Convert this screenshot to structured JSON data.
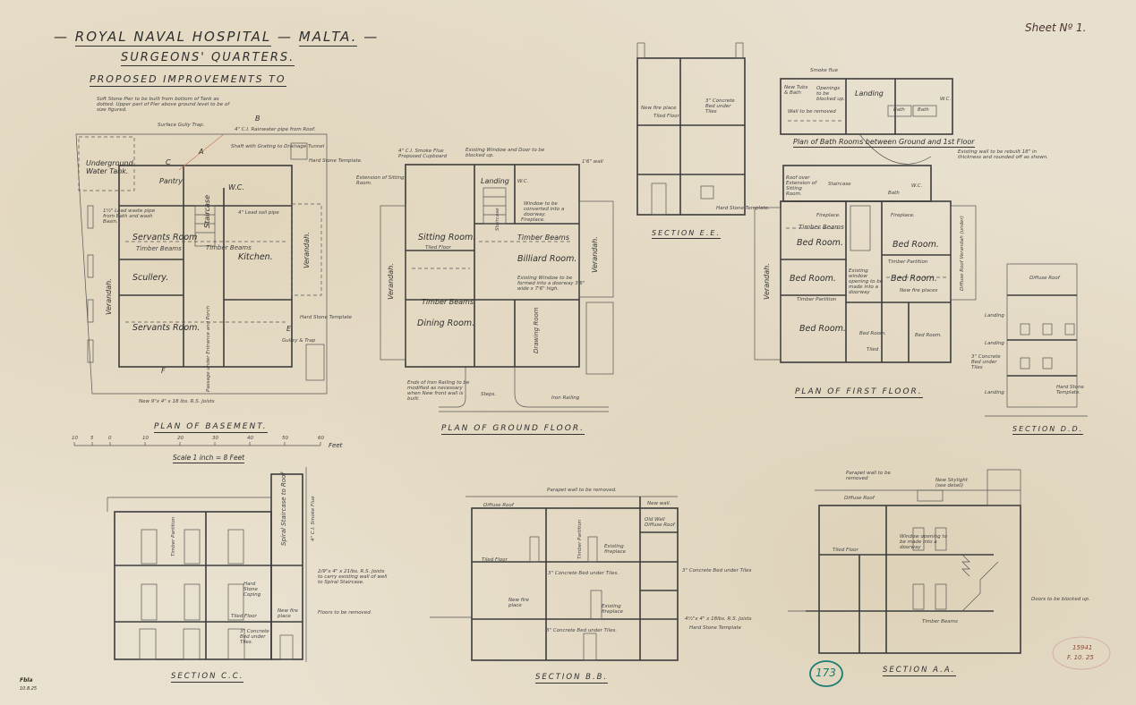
{
  "sheet": {
    "title": "ROYAL NAVAL HOSPITAL",
    "location": "MALTA.",
    "subtitle": "SURGEONS' QUARTERS.",
    "heading": "PROPOSED IMPROVEMENTS TO",
    "sheet_number": "Sheet Nº 1.",
    "drawing_number": "173",
    "stamp_number": "15941",
    "stamp_date": "F. 10. 25",
    "initials": "Fbla",
    "initials_date": "10.8.25"
  },
  "scale": {
    "label": "Scale 1 inch = 8 Feet",
    "unit": "Feet",
    "ticks": [
      "10",
      "5",
      "0",
      "10",
      "20",
      "30",
      "40",
      "50",
      "60"
    ]
  },
  "basement": {
    "title": "PLAN OF BASEMENT.",
    "rooms": {
      "tank": "Underground Water Tank.",
      "pantry": "Pantry",
      "servants1": "Servants Room",
      "scullery": "Scullery.",
      "servants2": "Servants Room.",
      "kitchen": "Kitchen.",
      "staircase": "Staircase",
      "wc": "W.C.",
      "verandah_left": "Verandah.",
      "verandah_right": "Verandah."
    },
    "notes": {
      "pier": "Soft Stone Pier to be built from bottom of Tank as dotted. Upper part of Pier above ground level to be of size figured.",
      "gully": "Surface Gully Trap.",
      "rainwater": "4\" C.I. Rainwater pipe from Roof.",
      "shaft": "Shaft with Grating to Drainage Tunnel",
      "template": "Hard Stone Template.",
      "timber1": "Timber Beams",
      "timber2": "Timber Beams",
      "waste": "1½\" Lead waste pipe from Bath and wash Basin.",
      "soil": "4\" Lead soil pipe",
      "template2": "Hard Stone Template",
      "trap": "Gulley & Trap",
      "joists": "New 9\"x 4\" x 18 lbs. R.S. Joists",
      "passage": "Passage under Entrance and Porch"
    },
    "marks": [
      "A",
      "B",
      "C",
      "E",
      "F"
    ]
  },
  "ground_floor": {
    "title": "PLAN OF GROUND FLOOR.",
    "rooms": {
      "landing": "Landing",
      "wc": "W.C.",
      "staircase": "Staircase",
      "sitting": "Sitting Room.",
      "billiard": "Billiard Room.",
      "dining": "Dining Room.",
      "drawing": "Drawing Room",
      "verandah_left": "Verandah.",
      "verandah_right": "Verandah."
    },
    "notes": {
      "flue": "4\" C.I. Smoke Flue Proposed Cupboard",
      "blocked": "Existing Window and Door to be blocked up.",
      "extension": "Extension of Sitting Room.",
      "window_door": "Window to be converted into a doorway.",
      "fireplace": "Fireplace.",
      "timber1": "Timber Beams",
      "timber2": "Timber Beams",
      "tiled": "Tiled Floor",
      "existing": "Existing Window to be formed into a doorway 3'6\" wide x 7'6\" high.",
      "railing_ends": "Ends of Iron Railing to be modified as necessary when New front wall is built.",
      "railing": "Iron Railing",
      "steps": "Steps.",
      "wall": "1'6\" wall"
    }
  },
  "section_ee": {
    "title": "SECTION E.E.",
    "notes": [
      "New fire place",
      "Tiled Floor",
      "Hard Stone Template.",
      "3\" Concrete Bed under Tiles"
    ]
  },
  "bath_plan": {
    "title": "Plan of Bath Rooms between Ground and 1st Floor",
    "rooms": {
      "landing": "Landing",
      "bath1": "Bath",
      "bath2": "Bath",
      "wc": "W.C."
    },
    "notes": {
      "bath": "New Tubs & Bath",
      "openings": "Openings to be blocked up.",
      "wall": "Wall to be removed",
      "smoke": "Smoke flue",
      "existing": "Existing wall to be rebuilt 18\" in thickness and rounded off as shown."
    }
  },
  "first_floor": {
    "title": "PLAN OF FIRST FLOOR.",
    "rooms": {
      "roof": "Roof over Extension of Sitting Room.",
      "staircase": "Staircase",
      "bath": "Bath",
      "wc": "W.C.",
      "bed1": "Bed Room.",
      "bed2": "Bed Room.",
      "bed3": "Bed Room.",
      "bed4": "Bed Room.",
      "bed5": "Bed Room.",
      "bed6": "Bed Room.",
      "bed7": "Bed Room.",
      "verandah_left": "Verandah.",
      "verandah_right": "Diffuse Roof Verandah (under)"
    },
    "notes": {
      "fire1": "Fireplace.",
      "fire2": "Fireplace.",
      "timber": "Timber Beams",
      "partition1": "Timber Partition",
      "partition2": "Timber Partition",
      "existing": "Existing window opening to be made into a doorway",
      "newfire": "New fire places",
      "tiled": "Tiled"
    }
  },
  "section_dd": {
    "title": "SECTION D.D.",
    "notes": [
      "Diffuse Roof",
      "Landing",
      "Landing",
      "Landing",
      "3\" Concrete Bed under Tiles",
      "Hard Stone Template."
    ]
  },
  "section_cc": {
    "title": "SECTION C.C.",
    "notes": {
      "spiral": "Spiral Staircase to Roof",
      "flue": "4\" C.I. Smoke Flue",
      "joists": "2/9\"x 4\" x 21lbs. R.S. Joists to carry existing wall of well to Spiral Staircase.",
      "coping": "Hard Stone Coping",
      "floors": "Floors to be removed.",
      "tiled": "Tiled Floor",
      "bed": "3\" Concrete Bed under Tiles.",
      "fire": "New fire place",
      "partition": "Timber Partition"
    }
  },
  "section_bb": {
    "title": "SECTION B.B.",
    "notes": {
      "parapet": "Parapet wall to be removed.",
      "roof": "Diffuse Roof",
      "newwall": "New wall.",
      "oldwall": "Old Wall Diffuse Roof",
      "fire1": "Existing fireplace",
      "fire2": "Existing fireplace",
      "newfire": "New fire place",
      "bed1": "3\" Concrete Bed under Tiles.",
      "bed2": "3\" Concrete Bed under Tiles",
      "bed3": "3\" Concrete Bed under Tiles.",
      "joist": "4½\"x 4\" x 18lbs. R.S. Joists",
      "template": "Hard Stone Template",
      "tiled": "Tiled Floor",
      "partition": "Timber Partition"
    }
  },
  "section_aa": {
    "title": "SECTION A.A.",
    "notes": {
      "parapet": "Parapet wall to be removed",
      "skylight": "New Skylight (see detail)",
      "roof": "Diffuse Roof",
      "window": "Window opening to be made into a doorway",
      "doors": "Doors to be blocked up.",
      "timber": "Timber Beams",
      "tiled": "Tiled Floor"
    }
  },
  "colors": {
    "paper": "#e9e1cf",
    "ink": "#333333",
    "drawing_number": "#1a7d72",
    "stamp": "#b85a5a"
  }
}
